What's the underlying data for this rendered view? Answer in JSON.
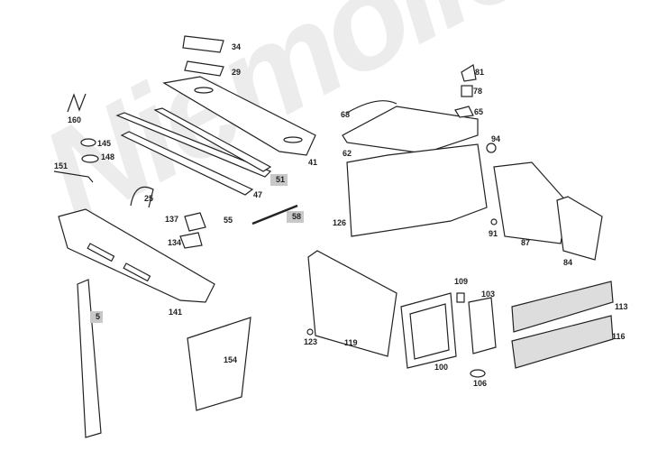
{
  "diagram": {
    "watermark": "Niemöller",
    "labels": [
      {
        "text": "34"
      },
      {
        "text": "29"
      },
      {
        "text": "81"
      },
      {
        "text": "78"
      },
      {
        "text": "65"
      },
      {
        "text": "68"
      },
      {
        "text": "160"
      },
      {
        "text": "145"
      },
      {
        "text": "148"
      },
      {
        "text": "151"
      },
      {
        "text": "41"
      },
      {
        "text": "62"
      },
      {
        "text": "94"
      },
      {
        "text": "51",
        "highlighted": true
      },
      {
        "text": "25"
      },
      {
        "text": "47"
      },
      {
        "text": "58",
        "highlighted": true
      },
      {
        "text": "126"
      },
      {
        "text": "137"
      },
      {
        "text": "55"
      },
      {
        "text": "91"
      },
      {
        "text": "87"
      },
      {
        "text": "134"
      },
      {
        "text": "84"
      },
      {
        "text": "141"
      },
      {
        "text": "109"
      },
      {
        "text": "103"
      },
      {
        "text": "113"
      },
      {
        "text": "5",
        "highlighted": true
      },
      {
        "text": "123"
      },
      {
        "text": "119"
      },
      {
        "text": "100"
      },
      {
        "text": "116"
      },
      {
        "text": "154"
      },
      {
        "text": "106"
      }
    ],
    "colors": {
      "line": "#222222",
      "highlight": "#c8c8c8",
      "watermark": "#ececec"
    }
  }
}
